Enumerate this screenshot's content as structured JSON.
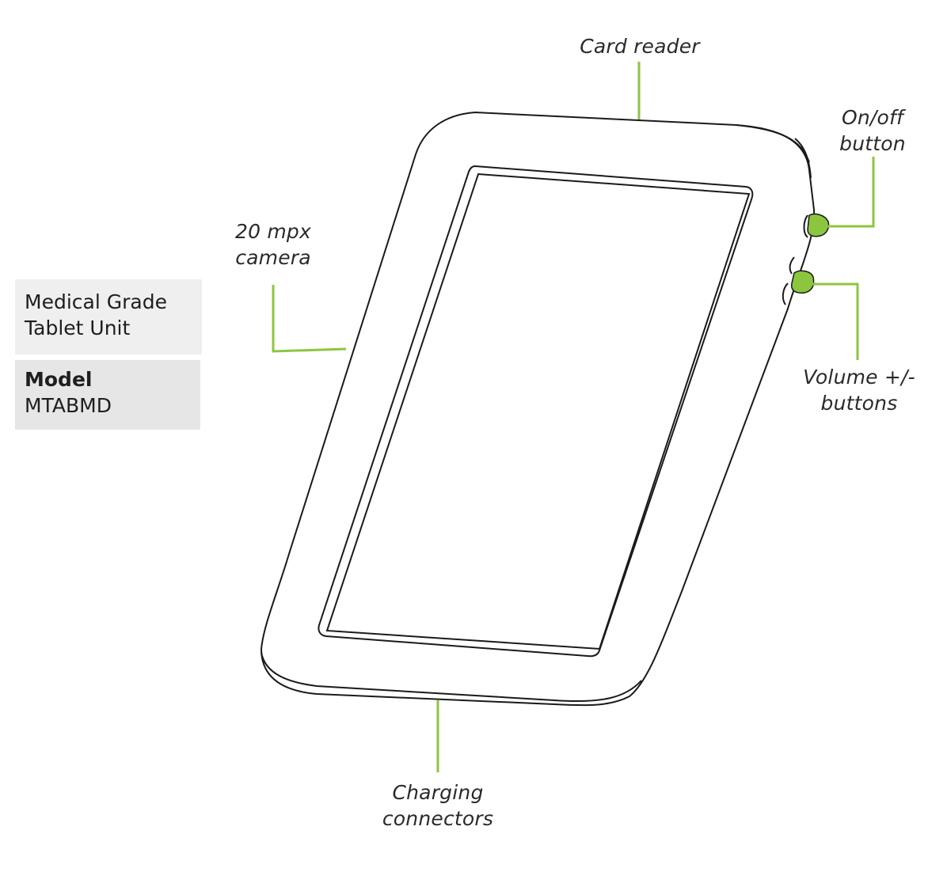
{
  "info": {
    "product_line1": "Medical Grade",
    "product_line2": "Tablet Unit",
    "model_label": "Model",
    "model_value": "MTABMD"
  },
  "callouts": {
    "card_reader": "Card reader",
    "on_off_line1": "On/off",
    "on_off_line2": "button",
    "camera_line1": "20 mpx",
    "camera_line2": "camera",
    "volume_line1": "Volume +/-",
    "volume_line2": "buttons",
    "charging_line1": "Charging",
    "charging_line2": "connectors"
  },
  "colors": {
    "leader_line": "#8cc63f",
    "button_fill": "#8cc63f",
    "outline": "#1a1a1a"
  }
}
